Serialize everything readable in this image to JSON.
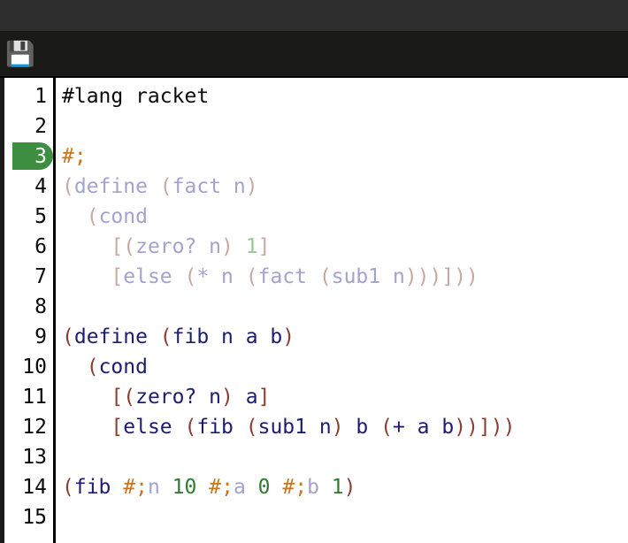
{
  "window": {
    "titlebar_color": "#2e2e2e",
    "toolbar_color": "#1a1a18",
    "editor_background": "#ffffff"
  },
  "toolbar": {
    "save_icon": "floppy-disk-icon",
    "save_glyph": "💾"
  },
  "editor": {
    "language": "racket",
    "marked_line": 3,
    "marked_line_color": "#3e8e41",
    "palette": {
      "plain": "#0a0a0a",
      "paren": "#8b3e2f",
      "identifier": "#1d1d70",
      "number": "#2e7d32",
      "comment_marker": "#c8761f",
      "faded_paren": "#c9a8a2",
      "faded_identifier": "#a3a3ce",
      "faded_number": "#9cc49c"
    },
    "lines": [
      {
        "number": "1",
        "marked": false,
        "tokens": [
          {
            "text": "#lang racket",
            "cls": "t-plain"
          }
        ]
      },
      {
        "number": "2",
        "marked": false,
        "tokens": []
      },
      {
        "number": "3",
        "marked": true,
        "tokens": [
          {
            "text": "#;",
            "cls": "t-comm"
          }
        ]
      },
      {
        "number": "4",
        "marked": false,
        "tokens": [
          {
            "text": "(",
            "cls": "t-fparen"
          },
          {
            "text": "define ",
            "cls": "t-fid"
          },
          {
            "text": "(",
            "cls": "t-fparen"
          },
          {
            "text": "fact n",
            "cls": "t-fid"
          },
          {
            "text": ")",
            "cls": "t-fparen"
          }
        ]
      },
      {
        "number": "5",
        "marked": false,
        "tokens": [
          {
            "text": "  ",
            "cls": "t-plain"
          },
          {
            "text": "(",
            "cls": "t-fparen"
          },
          {
            "text": "cond",
            "cls": "t-fid"
          }
        ]
      },
      {
        "number": "6",
        "marked": false,
        "tokens": [
          {
            "text": "    ",
            "cls": "t-plain"
          },
          {
            "text": "[(",
            "cls": "t-fparen"
          },
          {
            "text": "zero? n",
            "cls": "t-fid"
          },
          {
            "text": ")",
            "cls": "t-fparen"
          },
          {
            "text": " ",
            "cls": "t-plain"
          },
          {
            "text": "1",
            "cls": "t-fnum"
          },
          {
            "text": "]",
            "cls": "t-fparen"
          }
        ]
      },
      {
        "number": "7",
        "marked": false,
        "tokens": [
          {
            "text": "    ",
            "cls": "t-plain"
          },
          {
            "text": "[",
            "cls": "t-fparen"
          },
          {
            "text": "else ",
            "cls": "t-fid"
          },
          {
            "text": "(",
            "cls": "t-fparen"
          },
          {
            "text": "* n ",
            "cls": "t-fid"
          },
          {
            "text": "(",
            "cls": "t-fparen"
          },
          {
            "text": "fact ",
            "cls": "t-fid"
          },
          {
            "text": "(",
            "cls": "t-fparen"
          },
          {
            "text": "sub1 n",
            "cls": "t-fid"
          },
          {
            "text": ")))]))",
            "cls": "t-fparen"
          }
        ]
      },
      {
        "number": "8",
        "marked": false,
        "tokens": []
      },
      {
        "number": "9",
        "marked": false,
        "tokens": [
          {
            "text": "(",
            "cls": "t-paren"
          },
          {
            "text": "define ",
            "cls": "t-id"
          },
          {
            "text": "(",
            "cls": "t-paren"
          },
          {
            "text": "fib n a b",
            "cls": "t-id"
          },
          {
            "text": ")",
            "cls": "t-paren"
          }
        ]
      },
      {
        "number": "10",
        "marked": false,
        "tokens": [
          {
            "text": "  ",
            "cls": "t-plain"
          },
          {
            "text": "(",
            "cls": "t-paren"
          },
          {
            "text": "cond",
            "cls": "t-id"
          }
        ]
      },
      {
        "number": "11",
        "marked": false,
        "tokens": [
          {
            "text": "    ",
            "cls": "t-plain"
          },
          {
            "text": "[(",
            "cls": "t-paren"
          },
          {
            "text": "zero? n",
            "cls": "t-id"
          },
          {
            "text": ")",
            "cls": "t-paren"
          },
          {
            "text": " ",
            "cls": "t-plain"
          },
          {
            "text": "a",
            "cls": "t-id"
          },
          {
            "text": "]",
            "cls": "t-paren"
          }
        ]
      },
      {
        "number": "12",
        "marked": false,
        "tokens": [
          {
            "text": "    ",
            "cls": "t-plain"
          },
          {
            "text": "[",
            "cls": "t-paren"
          },
          {
            "text": "else ",
            "cls": "t-id"
          },
          {
            "text": "(",
            "cls": "t-paren"
          },
          {
            "text": "fib ",
            "cls": "t-id"
          },
          {
            "text": "(",
            "cls": "t-paren"
          },
          {
            "text": "sub1 n",
            "cls": "t-id"
          },
          {
            "text": ") ",
            "cls": "t-paren"
          },
          {
            "text": "b ",
            "cls": "t-id"
          },
          {
            "text": "(",
            "cls": "t-paren"
          },
          {
            "text": "+ a b",
            "cls": "t-id"
          },
          {
            "text": "))]))",
            "cls": "t-paren"
          }
        ]
      },
      {
        "number": "13",
        "marked": false,
        "tokens": []
      },
      {
        "number": "14",
        "marked": false,
        "tokens": [
          {
            "text": "(",
            "cls": "t-paren"
          },
          {
            "text": "fib ",
            "cls": "t-id"
          },
          {
            "text": "#;",
            "cls": "t-comm"
          },
          {
            "text": "n",
            "cls": "t-fid"
          },
          {
            "text": " ",
            "cls": "t-plain"
          },
          {
            "text": "10",
            "cls": "t-num"
          },
          {
            "text": " ",
            "cls": "t-plain"
          },
          {
            "text": "#;",
            "cls": "t-comm"
          },
          {
            "text": "a",
            "cls": "t-fid"
          },
          {
            "text": " ",
            "cls": "t-plain"
          },
          {
            "text": "0",
            "cls": "t-num"
          },
          {
            "text": " ",
            "cls": "t-plain"
          },
          {
            "text": "#;",
            "cls": "t-comm"
          },
          {
            "text": "b",
            "cls": "t-fid"
          },
          {
            "text": " ",
            "cls": "t-plain"
          },
          {
            "text": "1",
            "cls": "t-num"
          },
          {
            "text": ")",
            "cls": "t-paren"
          }
        ]
      },
      {
        "number": "15",
        "marked": false,
        "tokens": []
      }
    ]
  }
}
